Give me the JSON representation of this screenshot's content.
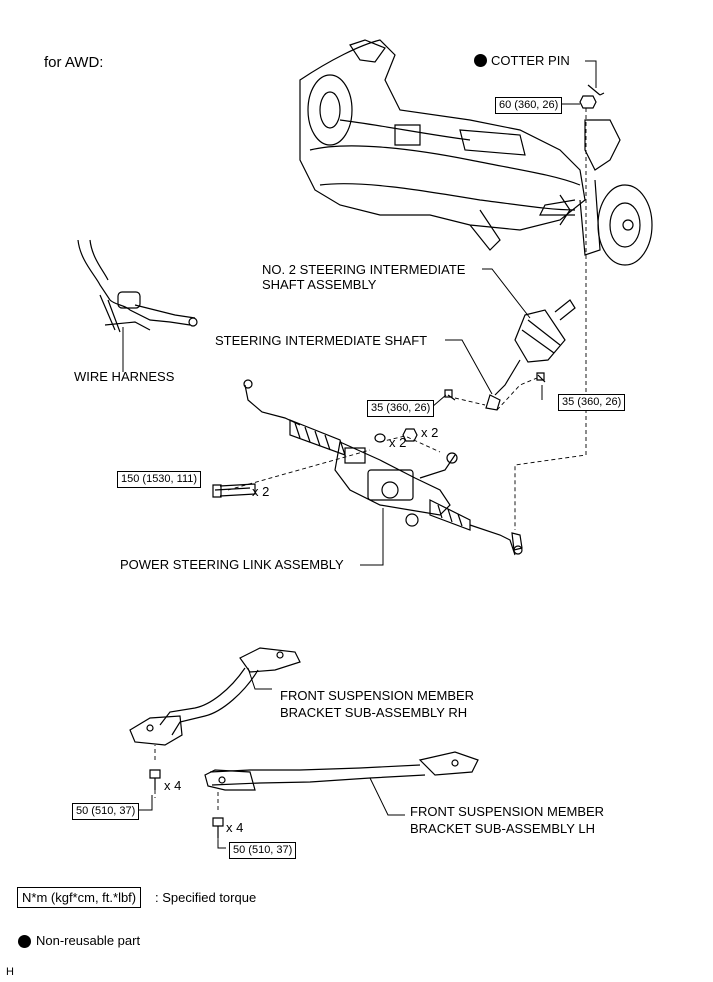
{
  "header": {
    "variant_label": "for AWD:"
  },
  "parts": {
    "cotter_pin": "COTTER PIN",
    "no2_shaft_line1": "NO. 2 STEERING INTERMEDIATE",
    "no2_shaft_line2": "SHAFT ASSEMBLY",
    "steering_shaft": "STEERING INTERMEDIATE SHAFT",
    "wire_harness": "WIRE HARNESS",
    "power_steering_link": "POWER STEERING LINK ASSEMBLY",
    "bracket_rh_line1": "FRONT SUSPENSION MEMBER",
    "bracket_rh_line2": "BRACKET SUB-ASSEMBLY RH",
    "bracket_lh_line1": "FRONT SUSPENSION MEMBER",
    "bracket_lh_line2": "BRACKET SUB-ASSEMBLY LH"
  },
  "torques": {
    "tie_rod_nut": "60 (360, 26)",
    "shaft_bolt_left": "35 (360, 26)",
    "shaft_bolt_right": "35 (360, 26)",
    "rack_bolt": "150 (1530, 111)",
    "bracket_rh_bolt": "50 (510, 37)",
    "bracket_lh_bolt": "50 (510, 37)"
  },
  "quantities": {
    "washer": "x 2",
    "nut": "x 2",
    "rack_bolt": "x 2",
    "bracket_rh_bolt": "x 4",
    "bracket_lh_bolt": "x 4"
  },
  "legend": {
    "torque_unit": "N*m (kgf*cm, ft.*lbf)",
    "torque_desc": ": Specified torque",
    "nonreusable_desc": "Non-reusable part"
  },
  "footer": {
    "code": "H"
  }
}
